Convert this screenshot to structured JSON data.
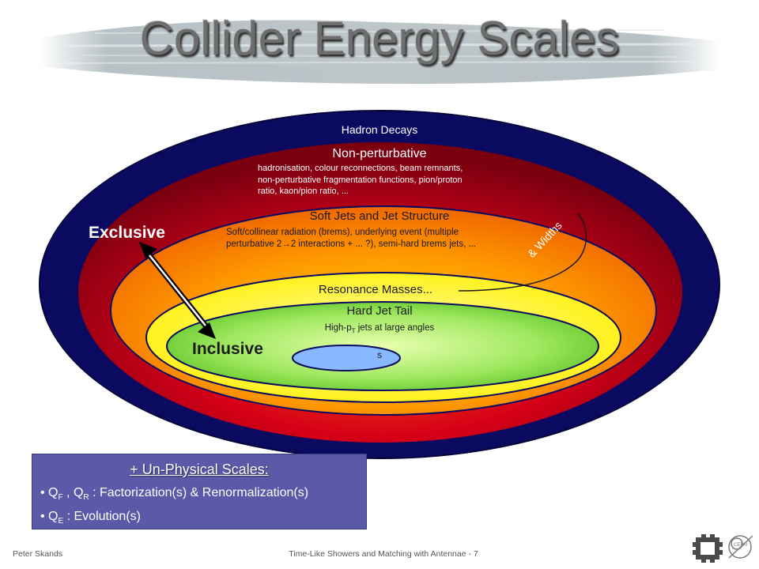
{
  "title": "Collider Energy Scales",
  "layers": {
    "hadron_decays": "Hadron Decays",
    "non_perturbative": {
      "title": "Non-perturbative",
      "lines": [
        "hadronisation, colour reconnections, beam remnants,",
        "non-perturbative fragmentation functions, pion/proton",
        "ratio, kaon/pion ratio, ..."
      ]
    },
    "soft_jets": {
      "title": "Soft Jets and Jet Structure",
      "line1_a": "Soft/collinear radiation (brems), underlying event (multiple",
      "line2_a": "perturbative 2",
      "arrow_symbol": "→",
      "line2_b": "2 interactions + ... ?), semi-hard brems jets, ..."
    },
    "resonance": "Resonance Masses...",
    "widths": "& Widths",
    "hard_jet": {
      "title": "Hard Jet Tail",
      "desc_a": "High-p",
      "desc_sub": "T",
      "desc_b": " jets at large angles"
    },
    "core": "s"
  },
  "arrow_labels": {
    "exclusive": "Exclusive",
    "inclusive": "Inclusive"
  },
  "unphysical_scales": {
    "heading": "+ Un-Physical Scales:",
    "item1": {
      "q1": "Q",
      "s1": "F",
      "mid": " , Q",
      "s2": "R",
      "rest": " : Factorization(s) & Renormalization(s)"
    },
    "item2": {
      "q": "Q",
      "s": "E",
      "rest": " : Evolution(s)"
    }
  },
  "footer": {
    "author": "Peter Skands",
    "talk": "Time-Like Showers and Matching with Antennae - 7"
  },
  "colors": {
    "outer_ring": "#0a0a60",
    "red": "#c0001e",
    "orange": "#ff8a00",
    "yellow": "#fff000",
    "green": "#70d230",
    "core_blue": "#88b8ff",
    "box": "#5a5aa8"
  },
  "icons": [
    "fermilab-logo-icon",
    "cern-logo-icon"
  ]
}
